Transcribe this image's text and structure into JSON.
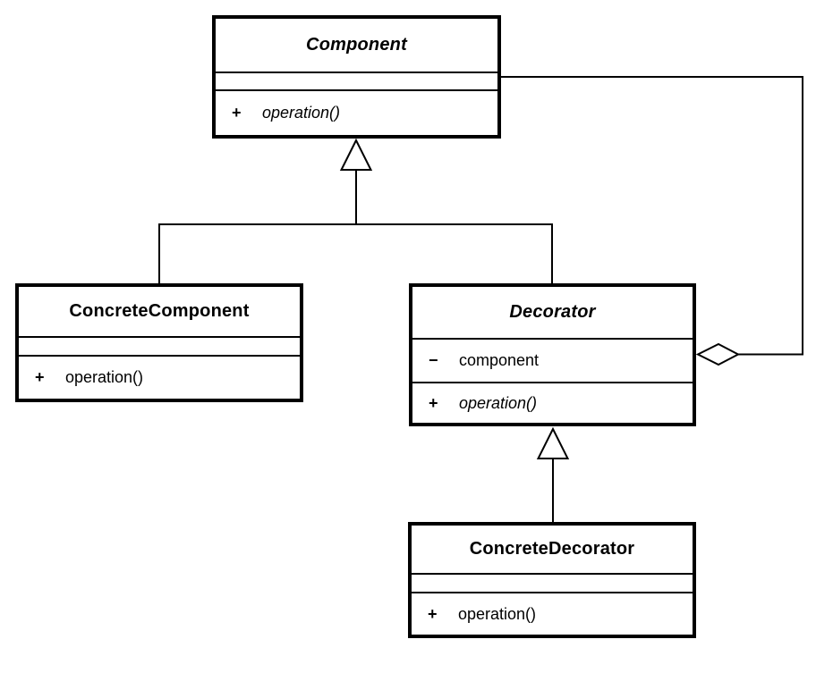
{
  "diagram": {
    "kind": "uml-class-diagram",
    "pattern": "Decorator",
    "colors": {
      "stroke": "#000000",
      "fill": "#ffffff"
    },
    "classes": [
      {
        "id": "component",
        "name": "Component",
        "abstract": true,
        "attributes": [],
        "operations": [
          {
            "visibility": "+",
            "signature": "operation()",
            "abstract": true
          }
        ]
      },
      {
        "id": "concrete-component",
        "name": "ConcreteComponent",
        "abstract": false,
        "attributes": [],
        "operations": [
          {
            "visibility": "+",
            "signature": "operation()",
            "abstract": false
          }
        ]
      },
      {
        "id": "decorator",
        "name": "Decorator",
        "abstract": true,
        "attributes": [
          {
            "visibility": "−",
            "name": "component"
          }
        ],
        "operations": [
          {
            "visibility": "+",
            "signature": "operation()",
            "abstract": true
          }
        ]
      },
      {
        "id": "concrete-decorator",
        "name": "ConcreteDecorator",
        "abstract": false,
        "attributes": [],
        "operations": [
          {
            "visibility": "+",
            "signature": "operation()",
            "abstract": false
          }
        ]
      }
    ],
    "relationships": [
      {
        "type": "generalization",
        "from": "ConcreteComponent",
        "to": "Component"
      },
      {
        "type": "generalization",
        "from": "Decorator",
        "to": "Component"
      },
      {
        "type": "generalization",
        "from": "ConcreteDecorator",
        "to": "Decorator"
      },
      {
        "type": "aggregation",
        "from": "Decorator",
        "to": "Component"
      }
    ]
  }
}
